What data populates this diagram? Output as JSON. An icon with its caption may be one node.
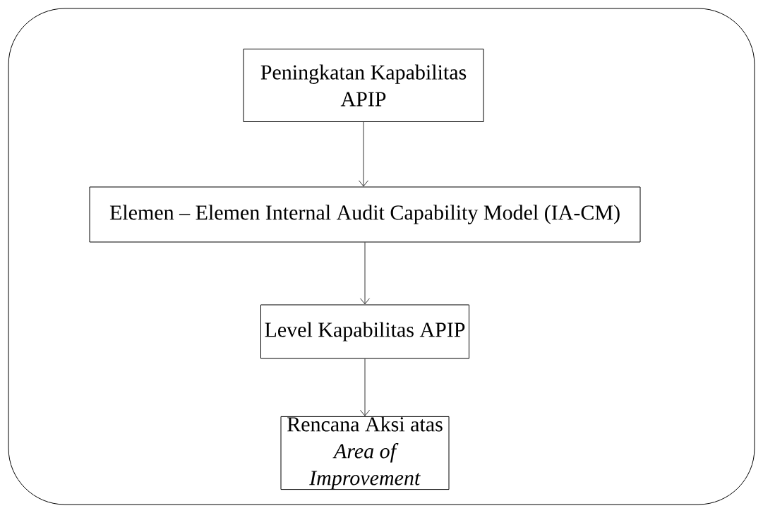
{
  "diagram": {
    "nodes": [
      {
        "text": [
          "Peningkatan Kapabilitas APIP"
        ]
      },
      {
        "text": [
          "Elemen – Elemen Internal Audit Capability Model (IA-CM)"
        ]
      },
      {
        "text": [
          "Level Kapabilitas APIP"
        ]
      },
      {
        "text": [
          "Rencana Aksi atas *Area of Improvement*"
        ]
      }
    ],
    "edges": [
      {
        "from": 0,
        "to": 1,
        "arrow": "to"
      },
      {
        "from": 1,
        "to": 2,
        "arrow": "to"
      },
      {
        "from": 2,
        "to": 3,
        "arrow": "to"
      }
    ]
  }
}
